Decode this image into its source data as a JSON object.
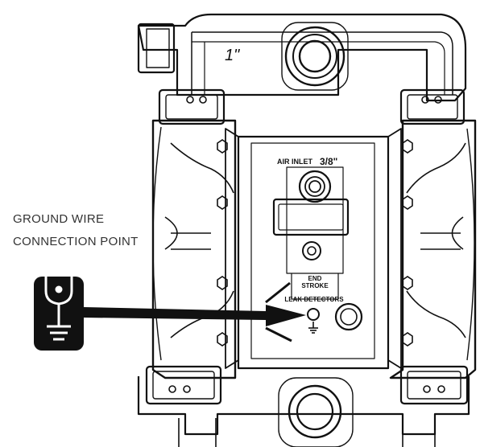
{
  "callout": {
    "line1": "GROUND WIRE",
    "line2": "CONNECTION POINT"
  },
  "pump": {
    "inlet_size_label": "1\"",
    "air_inlet_label": "AIR INLET",
    "air_inlet_size": "3/8\"",
    "end_stroke_line1": "END",
    "end_stroke_line2": "STROKE",
    "leak_detectors_label": "LEAK DETECTORS"
  },
  "icons": {
    "ground_badge": "ground-symbol-icon",
    "chassis_ground": "ground-symbol-icon"
  },
  "colors": {
    "badge": "#111111",
    "arrow": "#000000",
    "outline": "#111111"
  }
}
